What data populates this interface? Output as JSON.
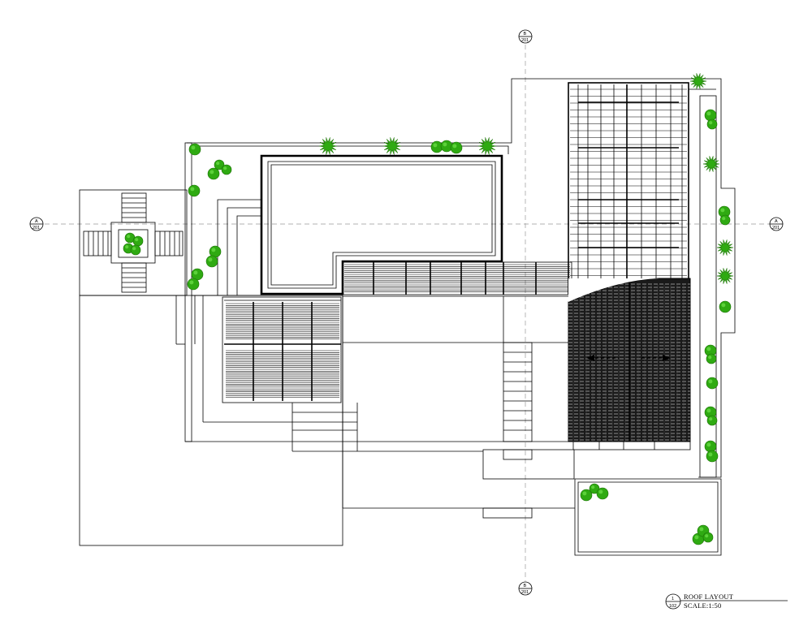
{
  "drawing": {
    "title": "ROOF LAYOUT",
    "scale": "SCALE:1:50",
    "number": "1",
    "sheet": "102"
  },
  "grid_markers": {
    "top": {
      "letter": "B",
      "sheet": "201"
    },
    "bottom": {
      "letter": "B",
      "sheet": "201"
    },
    "left": {
      "letter": "A",
      "sheet": "201"
    },
    "right": {
      "letter": "A",
      "sheet": "201"
    }
  },
  "colors": {
    "line": "#000000",
    "grid": "#999999",
    "vegetation": "#2faa12",
    "background": "#ffffff"
  },
  "icons": [
    "tree-icon",
    "shrub-icon",
    "section-marker-icon",
    "slope-arrow-icon"
  ]
}
